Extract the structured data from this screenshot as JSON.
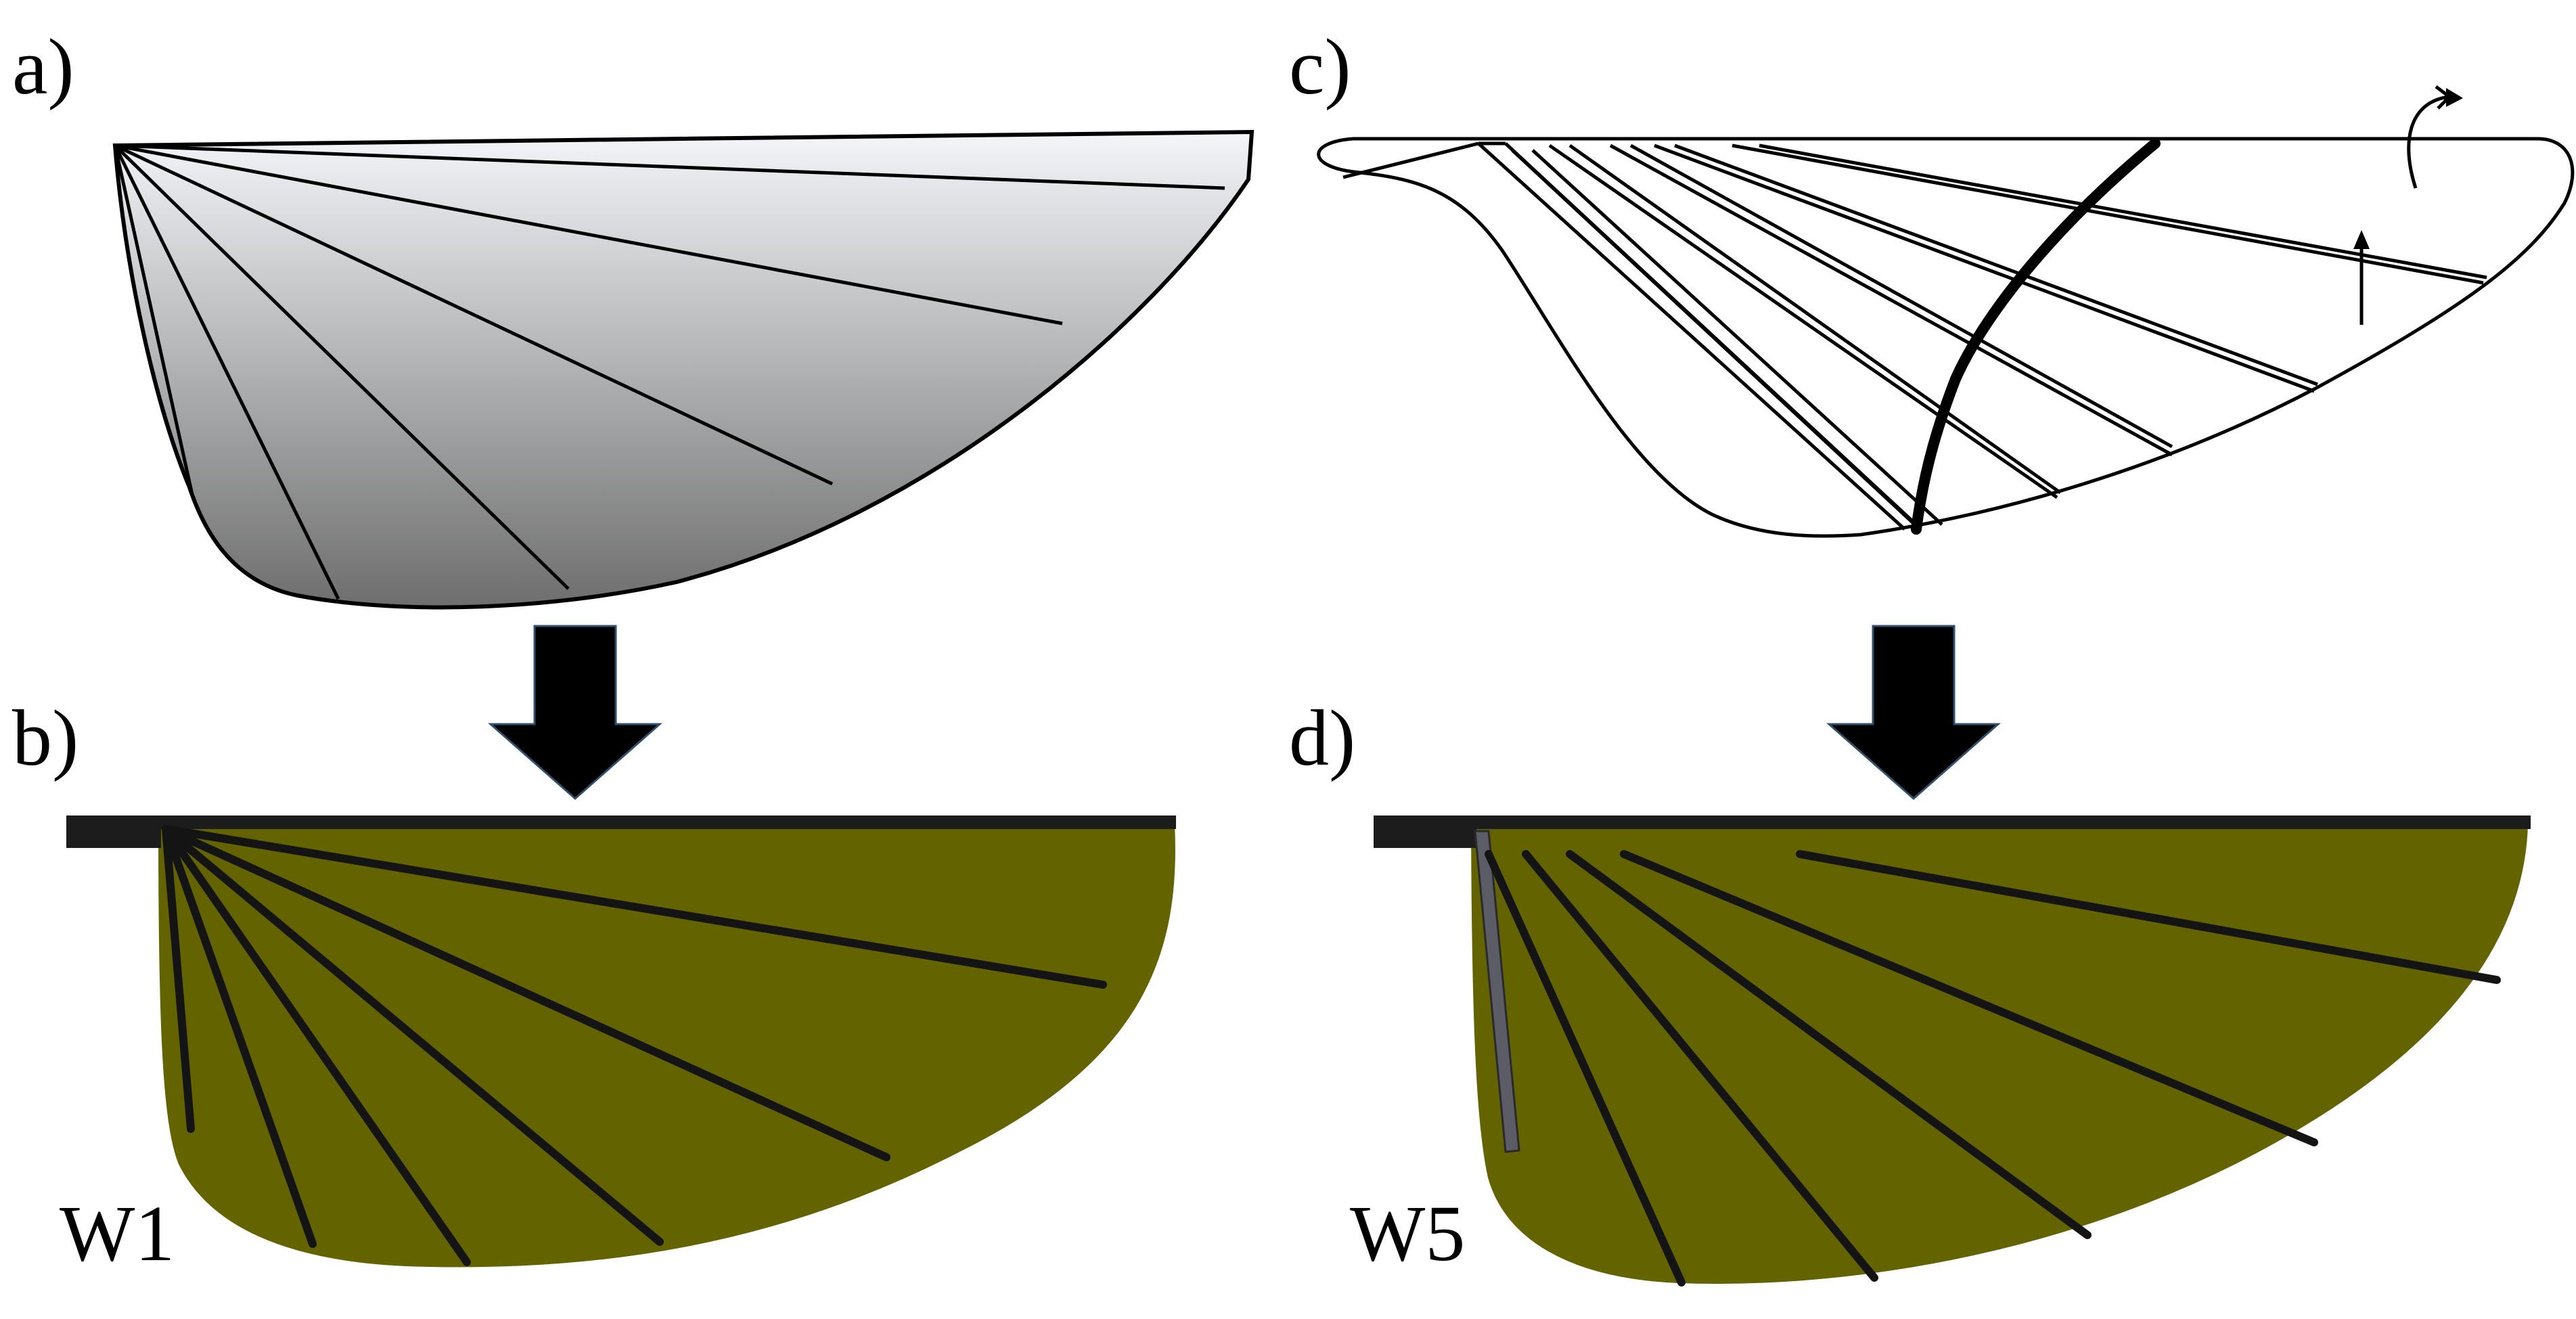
{
  "panels": {
    "a": {
      "label": "a)"
    },
    "b": {
      "label": "b)",
      "wing_label": "W1"
    },
    "c": {
      "label": "c)"
    },
    "d": {
      "label": "d)",
      "wing_label": "W5"
    }
  },
  "colors": {
    "gradient_top": "#f3f5f8",
    "gradient_bottom": "#6e6e6e",
    "model_fill": "#636300",
    "outline": "#000000",
    "leading_edge_bar": "#1c1c1c",
    "spar_gray": "#5c5c66"
  },
  "arrows": [
    {
      "name": "arrow-a-to-b",
      "direction": "down"
    },
    {
      "name": "arrow-c-to-d",
      "direction": "down"
    }
  ],
  "icons": [
    "rotation-arrow-icon",
    "up-arrow-icon"
  ]
}
